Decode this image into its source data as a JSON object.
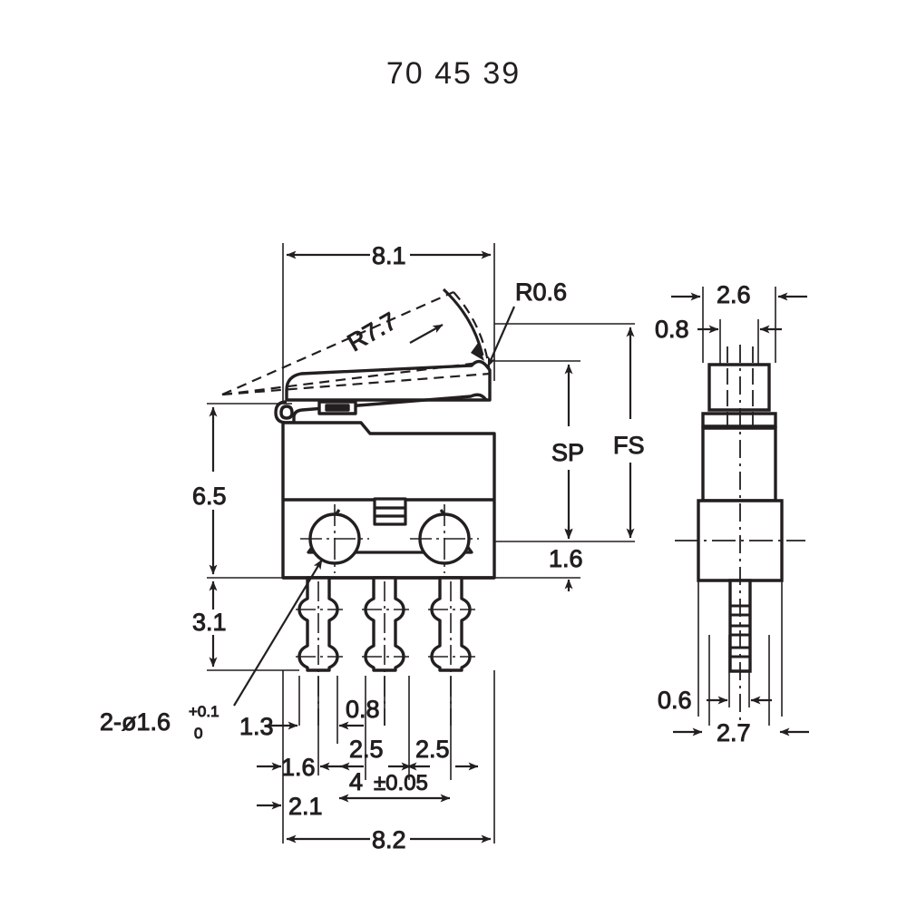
{
  "title": "70 45 39",
  "drawing": {
    "name": "microswitch-dimensional-drawing",
    "line_color": "#231f20",
    "background": "#ffffff",
    "views": [
      {
        "name": "front-view",
        "label": ""
      },
      {
        "name": "side-view",
        "label": ""
      }
    ]
  },
  "dimensions": {
    "front_top_width": "8.1",
    "front_bottom_width": "8.2",
    "body_height": "6.5",
    "terminal_height": "3.1",
    "lever_radius": "R7.7",
    "tip_radius": "R0.6",
    "sp_label": "SP",
    "fs_label": "FS",
    "hole_to_base": "1.6",
    "hole_callout": "2-ø1.6",
    "hole_tol_upper": "+0.1",
    "hole_tol_lower": "0",
    "edge_to_hole": "1.3",
    "terminal_offset_1": "1.6",
    "terminal_offset_2": "2.1",
    "terminal_width": "0.8",
    "pitch_1": "2.5",
    "pitch_2": "2.5",
    "pitch_total": "4",
    "pitch_total_tol": "±0.05"
  },
  "side_dimensions": {
    "body_thickness": "2.6",
    "plunger_offset": "0.8",
    "terminal_thickness": "0.6",
    "base_thickness": "2.7"
  }
}
